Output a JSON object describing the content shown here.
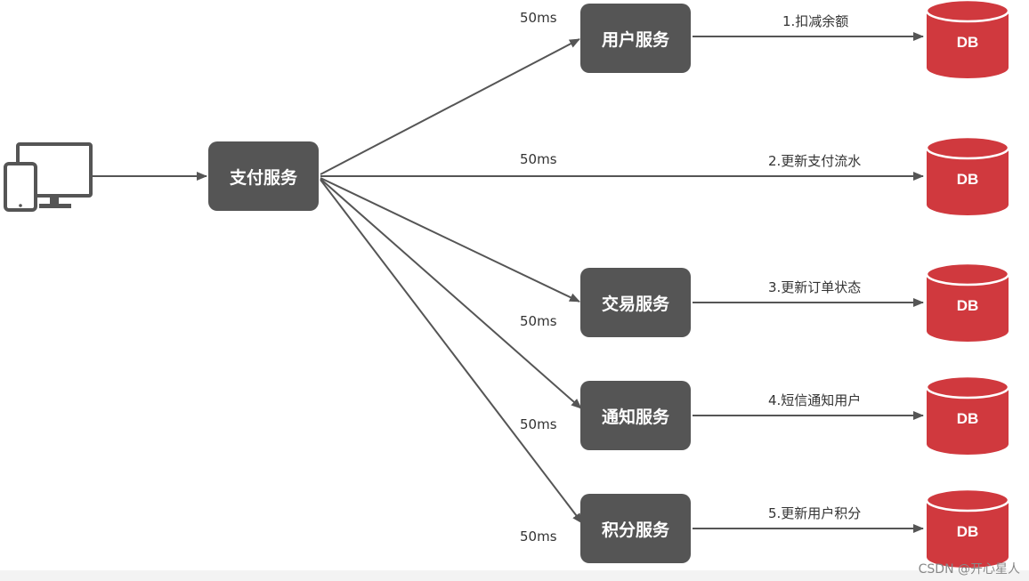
{
  "client": {
    "icon": "phone-and-monitor-icon"
  },
  "pay_service": {
    "label": "支付服务"
  },
  "services": [
    {
      "label": "用户服务"
    },
    {
      "label": "交易服务"
    },
    {
      "label": "通知服务"
    },
    {
      "label": "积分服务"
    }
  ],
  "latency_labels": [
    "50ms",
    "50ms",
    "50ms",
    "50ms",
    "50ms"
  ],
  "steps": [
    "1.扣减余额",
    "2.更新支付流水",
    "3.更新订单状态",
    "4.短信通知用户",
    "5.更新用户积分"
  ],
  "db_label": "DB",
  "watermark": "CSDN @开心星人",
  "colors": {
    "box": "#555555",
    "db": "#d0393e",
    "arrow": "#555555"
  }
}
